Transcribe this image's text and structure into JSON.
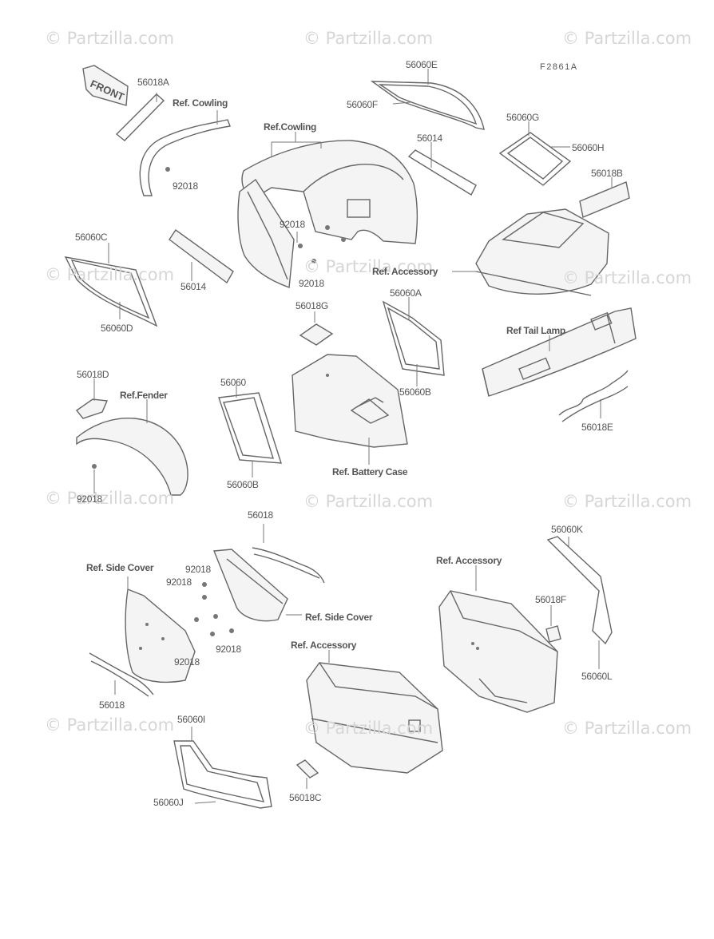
{
  "figure_code": "F2861A",
  "watermark": "© Partzilla.com",
  "front_sign": "FRONT",
  "labels": {
    "p56060E": "56060E",
    "p56060F": "56060F",
    "p56018A": "56018A",
    "ref_cowling_1": "Ref. Cowling",
    "ref_cowling_2": "Ref.Cowling",
    "p56014_a": "56014",
    "p56060G": "56060G",
    "p56060H": "56060H",
    "p56018B": "56018B",
    "p92018_a": "92018",
    "p92018_b": "92018",
    "p92018_c": "92018",
    "ref_accessory_1": "Ref. Accessory",
    "p56060C": "56060C",
    "p56014_b": "56014",
    "p56060D": "56060D",
    "p56018G": "56018G",
    "p56060A": "56060A",
    "ref_tail_lamp": "Ref  Tail Lamp",
    "p56060B_a": "56060B",
    "p56018D": "56018D",
    "ref_fender": "Ref.Fender",
    "p56060": "56060",
    "p56018E": "56018E",
    "ref_battery_case": "Ref. Battery Case",
    "p92018_d": "92018",
    "p56060B_b": "56060B",
    "p56018": "56018",
    "p56060K": "56060K",
    "ref_accessory_2": "Ref. Accessory",
    "ref_side_cover_1": "Ref. Side Cover",
    "p92018_e": "92018",
    "p92018_f": "92018",
    "ref_side_cover_2": "Ref. Side Cover",
    "p92018_g": "92018",
    "p92018_h": "92018",
    "p56018F": "56018F",
    "ref_accessory_3": "Ref. Accessory",
    "p56018_b": "56018",
    "p56060L": "56060L",
    "p56060I": "56060I",
    "p56060J": "56060J",
    "p56018C": "56018C"
  }
}
